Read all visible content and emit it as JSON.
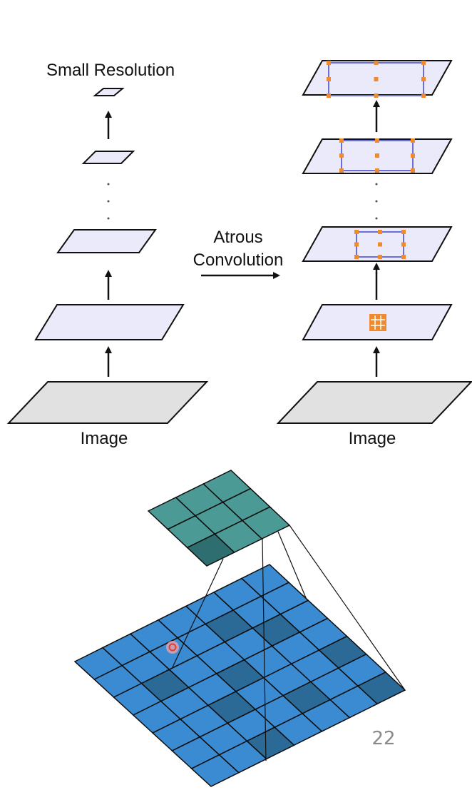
{
  "labels": {
    "small_resolution": "Small Resolution",
    "atrous_line1": "Atrous",
    "atrous_line2": "Convolution",
    "image_left": "Image",
    "image_right": "Image",
    "page_number": "22"
  },
  "colors": {
    "layer_fill": "#eaeafb",
    "image_fill": "#e1e1e1",
    "outline": "#111111",
    "receptive_box": "#6b6fd6",
    "sample_dot": "#f08a2c",
    "input_grid": "#3a8bd1",
    "input_grid_dark": "#2b6a96",
    "output_grid": "#4c9a96",
    "output_grid_dark": "#2f6e70",
    "marker": "#e23b3b"
  },
  "input_grid": {
    "rows": 7,
    "cols": 7,
    "dark_cells": [
      [
        2,
        1
      ],
      [
        3,
        3
      ],
      [
        1,
        4
      ],
      [
        4,
        2
      ],
      [
        2,
        5
      ],
      [
        5,
        4
      ],
      [
        6,
        6
      ],
      [
        4,
        6
      ],
      [
        6,
        2
      ]
    ]
  },
  "output_grid": {
    "rows": 3,
    "cols": 3,
    "dark_cells": [
      [
        2,
        0
      ]
    ]
  }
}
